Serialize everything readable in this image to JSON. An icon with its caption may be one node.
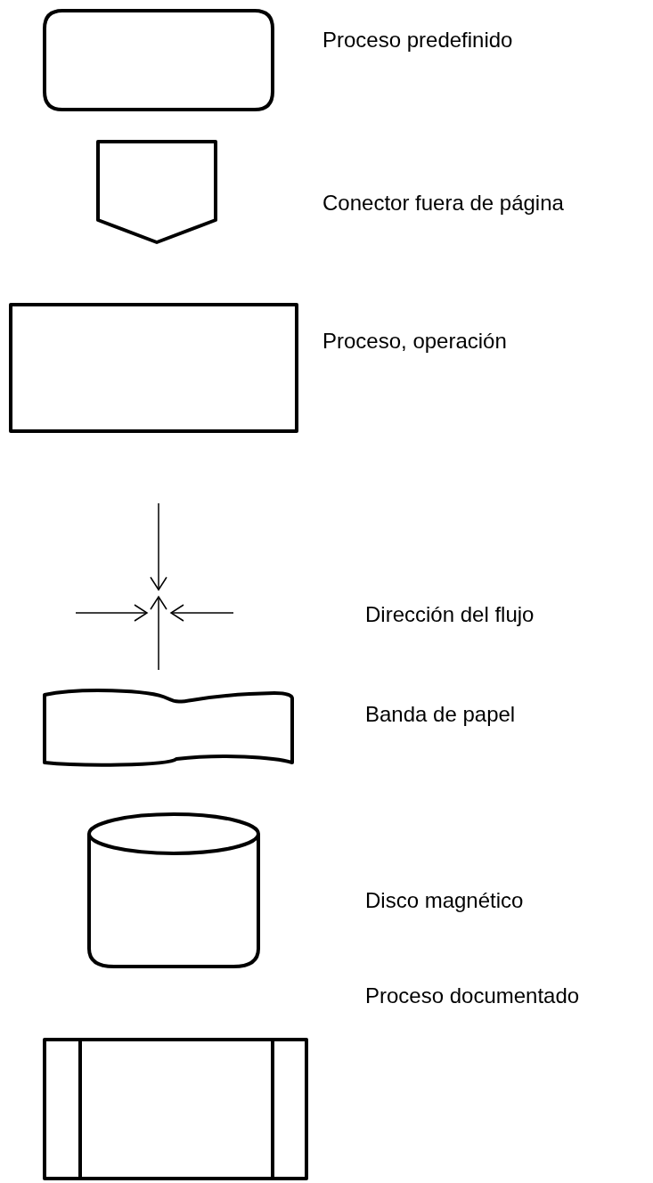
{
  "diagram": {
    "nodes": [
      {
        "text": [],
        "shape": "box"
      },
      {
        "text": [],
        "shape": "pentagon"
      },
      {
        "text": [],
        "shape": "box"
      },
      {
        "text": [],
        "shape": "tape"
      },
      {
        "text": [],
        "shape": "cylinder"
      },
      {
        "text": [],
        "shape": "box"
      }
    ],
    "labels": [
      "Proceso predefinido",
      "Conector fuera de página",
      "Proceso, operación",
      "Dirección del flujo",
      "Banda de papel",
      "Disco magnético",
      "Proceso documentado"
    ]
  }
}
